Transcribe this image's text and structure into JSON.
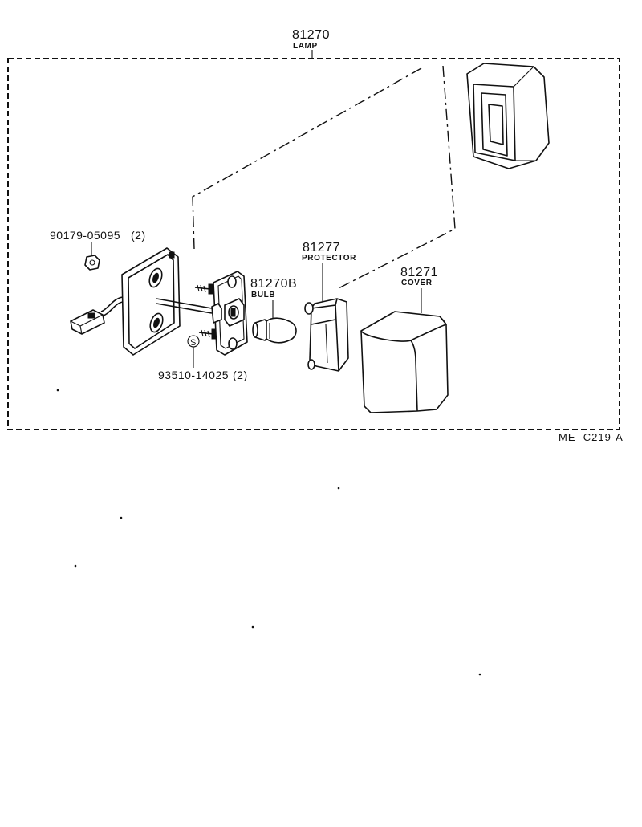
{
  "assembly": {
    "part_number": "81270",
    "name": "LAMP"
  },
  "parts": {
    "nut": {
      "part_number": "90179-05095",
      "qty": "(2)"
    },
    "screw": {
      "part_number": "93510-14025",
      "qty": "(2)",
      "symbol": "S"
    },
    "bulb": {
      "part_number": "81270B",
      "name": "BULB"
    },
    "protector": {
      "part_number": "81277",
      "name": "PROTECTOR"
    },
    "cover": {
      "part_number": "81271",
      "name": "COVER"
    }
  },
  "figure_ref": "ME  C219-A"
}
